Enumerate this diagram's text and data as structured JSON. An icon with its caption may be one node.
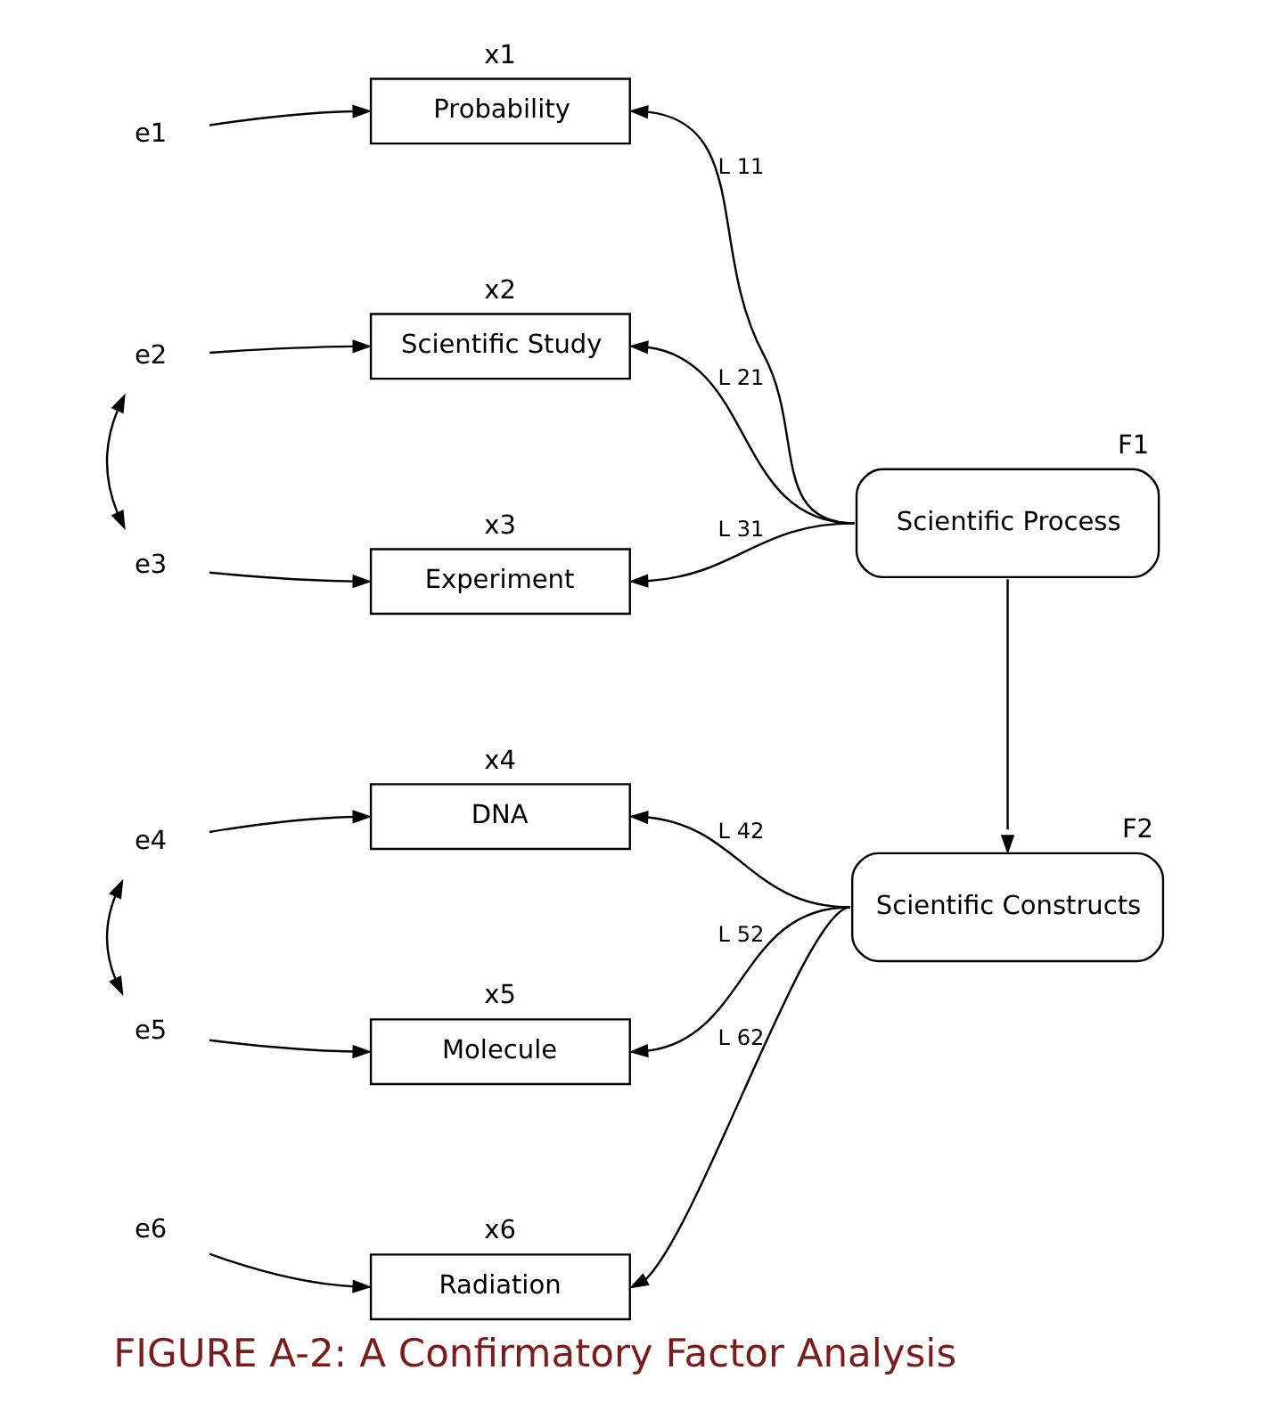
{
  "diagram": {
    "caption": "FIGURE A-2: A Confirmatory Factor Analysis",
    "nodes": [
      {
        "text": [
          "x1",
          "Probability"
        ]
      },
      {
        "text": [
          "x2",
          "Scientific Study"
        ]
      },
      {
        "text": [
          "x3",
          "Experiment"
        ]
      },
      {
        "text": [
          "F1",
          "Scientific Process"
        ]
      },
      {
        "text": [
          "x4",
          "DNA"
        ]
      },
      {
        "text": [
          "x5",
          "Molecule"
        ]
      },
      {
        "text": [
          "x6",
          "Radiation"
        ]
      },
      {
        "text": [
          "F2",
          "Scientific Constructs"
        ]
      },
      {
        "text": [
          "e1"
        ]
      },
      {
        "text": [
          "e2"
        ]
      },
      {
        "text": [
          "e3"
        ]
      },
      {
        "text": [
          "e4"
        ]
      },
      {
        "text": [
          "e5"
        ]
      },
      {
        "text": [
          "e6"
        ]
      }
    ],
    "edges": [
      {
        "from": 8,
        "to": 0,
        "arrow": "to"
      },
      {
        "from": 9,
        "to": 1,
        "arrow": "to"
      },
      {
        "from": 9,
        "to": 10,
        "arrow": "both"
      },
      {
        "from": 10,
        "to": 2,
        "arrow": "to"
      },
      {
        "from": 3,
        "to": 0,
        "arrow": "to",
        "label": "L 11"
      },
      {
        "from": 3,
        "to": 1,
        "arrow": "to",
        "label": "L 21"
      },
      {
        "from": 3,
        "to": 2,
        "arrow": "to",
        "label": "L 31"
      },
      {
        "from": 3,
        "to": 7,
        "arrow": "to"
      },
      {
        "from": 11,
        "to": 4,
        "arrow": "to"
      },
      {
        "from": 11,
        "to": 12,
        "arrow": "both"
      },
      {
        "from": 12,
        "to": 5,
        "arrow": "to"
      },
      {
        "from": 13,
        "to": 6,
        "arrow": "to"
      },
      {
        "from": 7,
        "to": 4,
        "arrow": "to",
        "label": "L 42"
      },
      {
        "from": 7,
        "to": 5,
        "arrow": "to",
        "label": "L 52"
      },
      {
        "from": 7,
        "to": 6,
        "arrow": "to",
        "label": "L 62"
      }
    ]
  }
}
